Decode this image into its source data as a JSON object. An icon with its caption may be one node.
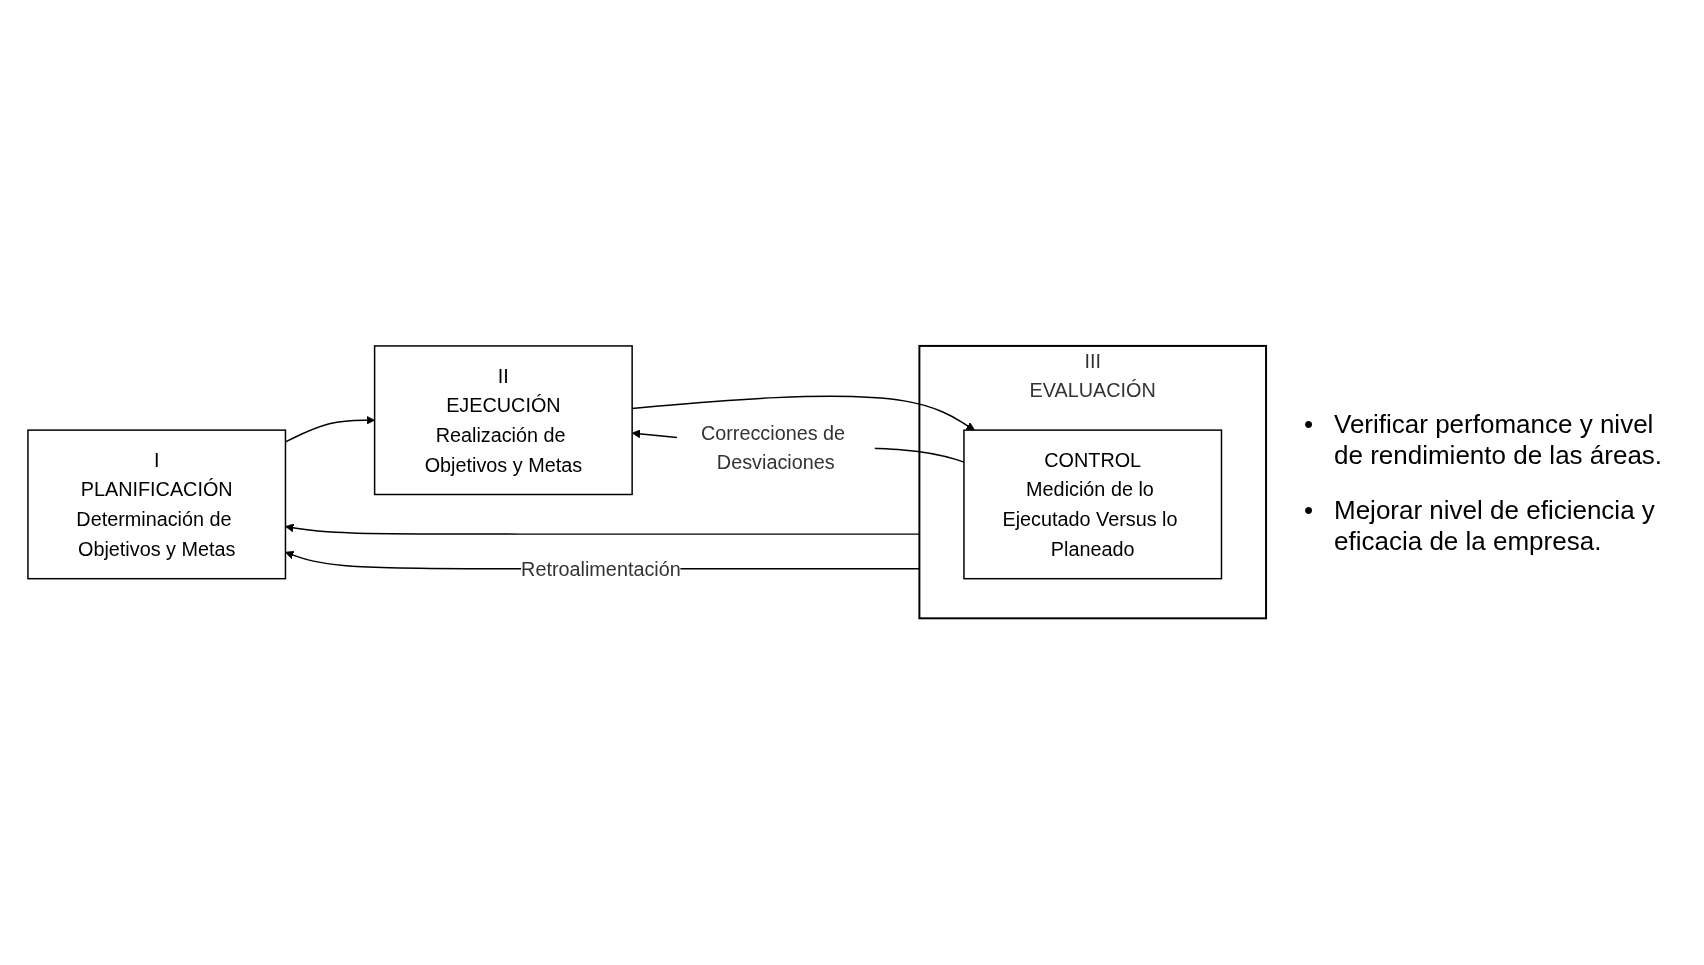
{
  "diagram": {
    "nodes": [
      {
        "text": [
          "I",
          "PLANIFICACIÓN",
          "Determinación de Objetivos y Metas"
        ]
      },
      {
        "text": [
          "II",
          "EJECUCIÓN",
          "Realización de Objetivos y Metas"
        ]
      },
      {
        "text": [
          "III",
          "EVALUACIÓN"
        ]
      },
      {
        "text": [
          "CONTROL",
          "Medición de lo Ejecutado Versus lo Planeado"
        ],
        "in": 2
      }
    ],
    "edges": [
      {
        "from": 0,
        "to": 1,
        "arrow": "to"
      },
      {
        "from": 1,
        "to": 3,
        "arrow": "to"
      },
      {
        "from": 3,
        "to": 1,
        "arrow": "to",
        "label": "Correcciones de Desviaciones"
      },
      {
        "from": 2,
        "to": 0,
        "arrow": "to"
      },
      {
        "from": 2,
        "to": 0,
        "arrow": "to",
        "label": "Retroalimentación"
      }
    ],
    "labels": [
      "•",
      "Verificar perfomance y nivel de rendimiento de las áreas.",
      "•",
      "Mejorar nivel de eficiencia y eficacia de la empresa."
    ]
  }
}
